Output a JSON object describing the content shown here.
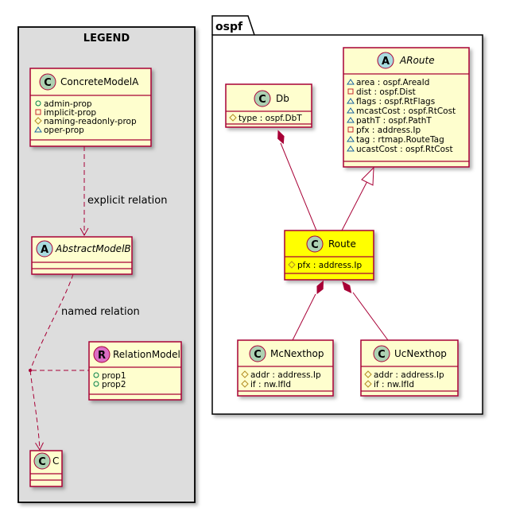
{
  "legend": {
    "title": "LEGEND",
    "concrete": {
      "glyph": "C",
      "name": "ConcreteModelA",
      "attrs": [
        {
          "vis": "+",
          "text": "admin-prop"
        },
        {
          "vis": "-",
          "text": "implicit-prop"
        },
        {
          "vis": "#",
          "text": "naming-readonly-prop"
        },
        {
          "vis": "~",
          "text": "oper-prop"
        }
      ]
    },
    "abstract": {
      "glyph": "A",
      "name": "AbstractModelB"
    },
    "relation_model": {
      "glyph": "R",
      "name": "RelationModel",
      "attrs": [
        {
          "vis": "+",
          "text": "prop1"
        },
        {
          "vis": "+",
          "text": "prop2"
        }
      ]
    },
    "c_class": {
      "glyph": "C",
      "name": "C"
    },
    "explicit_relation": "explicit relation",
    "named_relation": "named relation"
  },
  "ospf": {
    "title": "ospf",
    "db": {
      "glyph": "C",
      "name": "Db",
      "attrs": [
        {
          "vis": "#",
          "text": "type : ospf.DbT"
        }
      ]
    },
    "aroute": {
      "glyph": "A",
      "name": "ARoute",
      "attrs": [
        {
          "vis": "~",
          "text": "area : ospf.AreaId"
        },
        {
          "vis": "-",
          "text": "dist : ospf.Dist"
        },
        {
          "vis": "~",
          "text": "flags : ospf.RtFlags"
        },
        {
          "vis": "~",
          "text": "mcastCost : ospf.RtCost"
        },
        {
          "vis": "~",
          "text": "pathT : ospf.PathT"
        },
        {
          "vis": "-",
          "text": "pfx : address.Ip"
        },
        {
          "vis": "~",
          "text": "tag : rtmap.RouteTag"
        },
        {
          "vis": "~",
          "text": "ucastCost : ospf.RtCost"
        }
      ]
    },
    "route": {
      "glyph": "C",
      "name": "Route",
      "attrs": [
        {
          "vis": "#",
          "text": "pfx : address.Ip"
        }
      ]
    },
    "mcnexthop": {
      "glyph": "C",
      "name": "McNexthop",
      "attrs": [
        {
          "vis": "#",
          "text": "addr : address.Ip"
        },
        {
          "vis": "#",
          "text": "if : nw.IfId"
        }
      ]
    },
    "ucnexthop": {
      "glyph": "C",
      "name": "UcNexthop",
      "attrs": [
        {
          "vis": "#",
          "text": "addr : address.Ip"
        },
        {
          "vis": "#",
          "text": "if : nw.IfId"
        }
      ]
    }
  },
  "colors": {
    "class_fill": "#FEFECE",
    "border": "#A80036",
    "highlight_fill": "#FFFF00",
    "legend_bg": "#DDDDDD",
    "concrete_glyph": "#ADD1B2",
    "abstract_glyph": "#A9DCDF",
    "relation_glyph": "#DB6EC5"
  }
}
